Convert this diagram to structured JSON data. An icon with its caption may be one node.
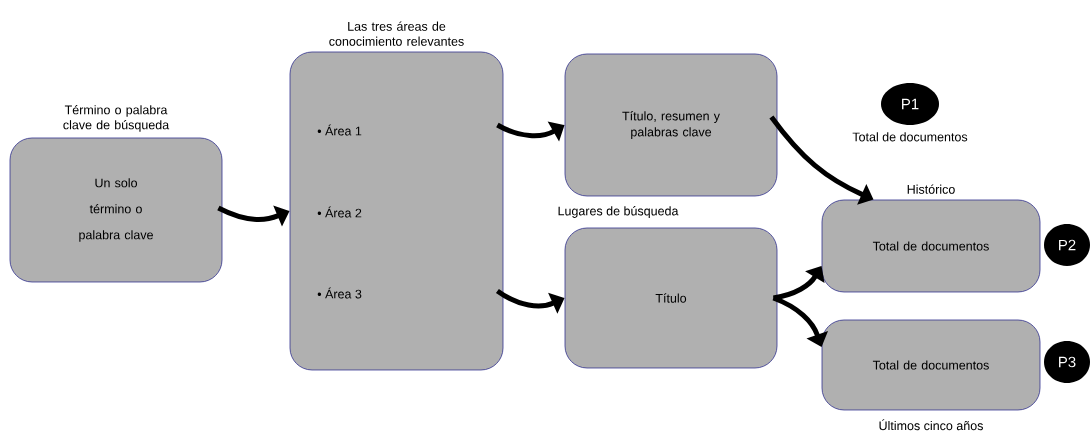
{
  "diagram": {
    "nodes": [
      {
        "text": [
          "Término o palabra clave de búsqueda",
          "Un solo término o palabra clave"
        ]
      },
      {
        "text": [
          "Las tres áreas de conocimiento relevantes",
          "• Área 1",
          "• Área 2",
          "• Área 3"
        ]
      },
      {
        "text": [
          "Título, resumen y palabras clave"
        ]
      },
      {
        "text": [
          "Título"
        ]
      },
      {
        "text": [
          "Histórico",
          "Total de documentos"
        ]
      },
      {
        "text": [
          "Total de documentos"
        ],
        "beside": [
          "Últimos cinco años"
        ]
      },
      {
        "text": [
          "P1"
        ],
        "beside": [
          "Total de documentos"
        ]
      },
      {
        "text": [
          "P2"
        ]
      },
      {
        "text": [
          "P3"
        ]
      }
    ],
    "edges": [
      {
        "from": 0,
        "to": 1,
        "arrow": "to"
      },
      {
        "from": 1,
        "to": 2,
        "arrow": "to"
      },
      {
        "from": 1,
        "to": 3,
        "arrow": "to"
      },
      {
        "from": 2,
        "to": 4,
        "arrow": "to"
      },
      {
        "from": 3,
        "to": 4,
        "arrow": "to"
      },
      {
        "from": 3,
        "to": 5,
        "arrow": "to"
      }
    ],
    "labels": [
      "Lugares de búsqueda"
    ]
  }
}
